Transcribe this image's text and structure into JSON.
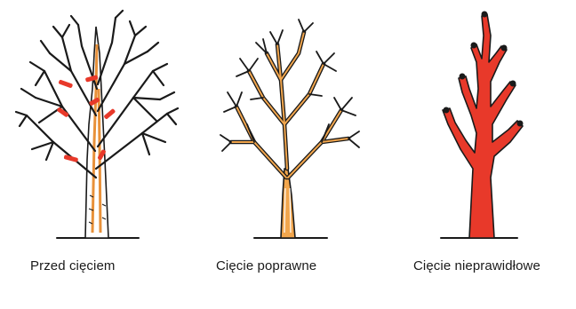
{
  "figure": {
    "panels": [
      {
        "caption": "Przed cięciem",
        "branch_color": "#1a1a1a",
        "trunk_color": "#e8913a",
        "mark_color": "#e8392a"
      },
      {
        "caption": "Cięcie poprawne",
        "branch_color": "#1a1a1a",
        "trunk_color": "#e8913a"
      },
      {
        "caption": "Cięcie nieprawidłowe",
        "branch_color": "#1a1a1a",
        "trunk_color": "#e8392a"
      }
    ]
  }
}
